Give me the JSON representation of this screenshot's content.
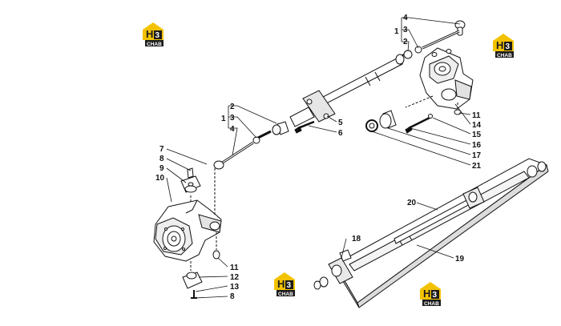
{
  "logo": {
    "mark": "H",
    "number": "3",
    "caption": "CHAB"
  },
  "colors": {
    "line": "#111111",
    "logo_yellow": "#f2c200",
    "logo_dark": "#1c1c1c",
    "part_fill": "#ffffff",
    "shade": "#d8d8d8"
  },
  "callouts": {
    "top_right": {
      "bracket": "1",
      "n4": "4",
      "n3": "3",
      "n2": "2"
    },
    "top_right_side": {
      "n11": "11",
      "n14": "14",
      "n15": "15",
      "n16": "16",
      "n17": "17",
      "n21": "21"
    },
    "middle": {
      "bracket": "1",
      "n2": "2",
      "n3": "3",
      "n4": "4",
      "n5": "5",
      "n6": "6"
    },
    "left": {
      "n7": "7",
      "n8": "8",
      "n9": "9",
      "n10": "10",
      "n11": "11",
      "n12": "12",
      "n13": "13",
      "n8b": "8"
    },
    "bottom_right": {
      "n18": "18",
      "n19": "19",
      "n20": "20"
    }
  }
}
